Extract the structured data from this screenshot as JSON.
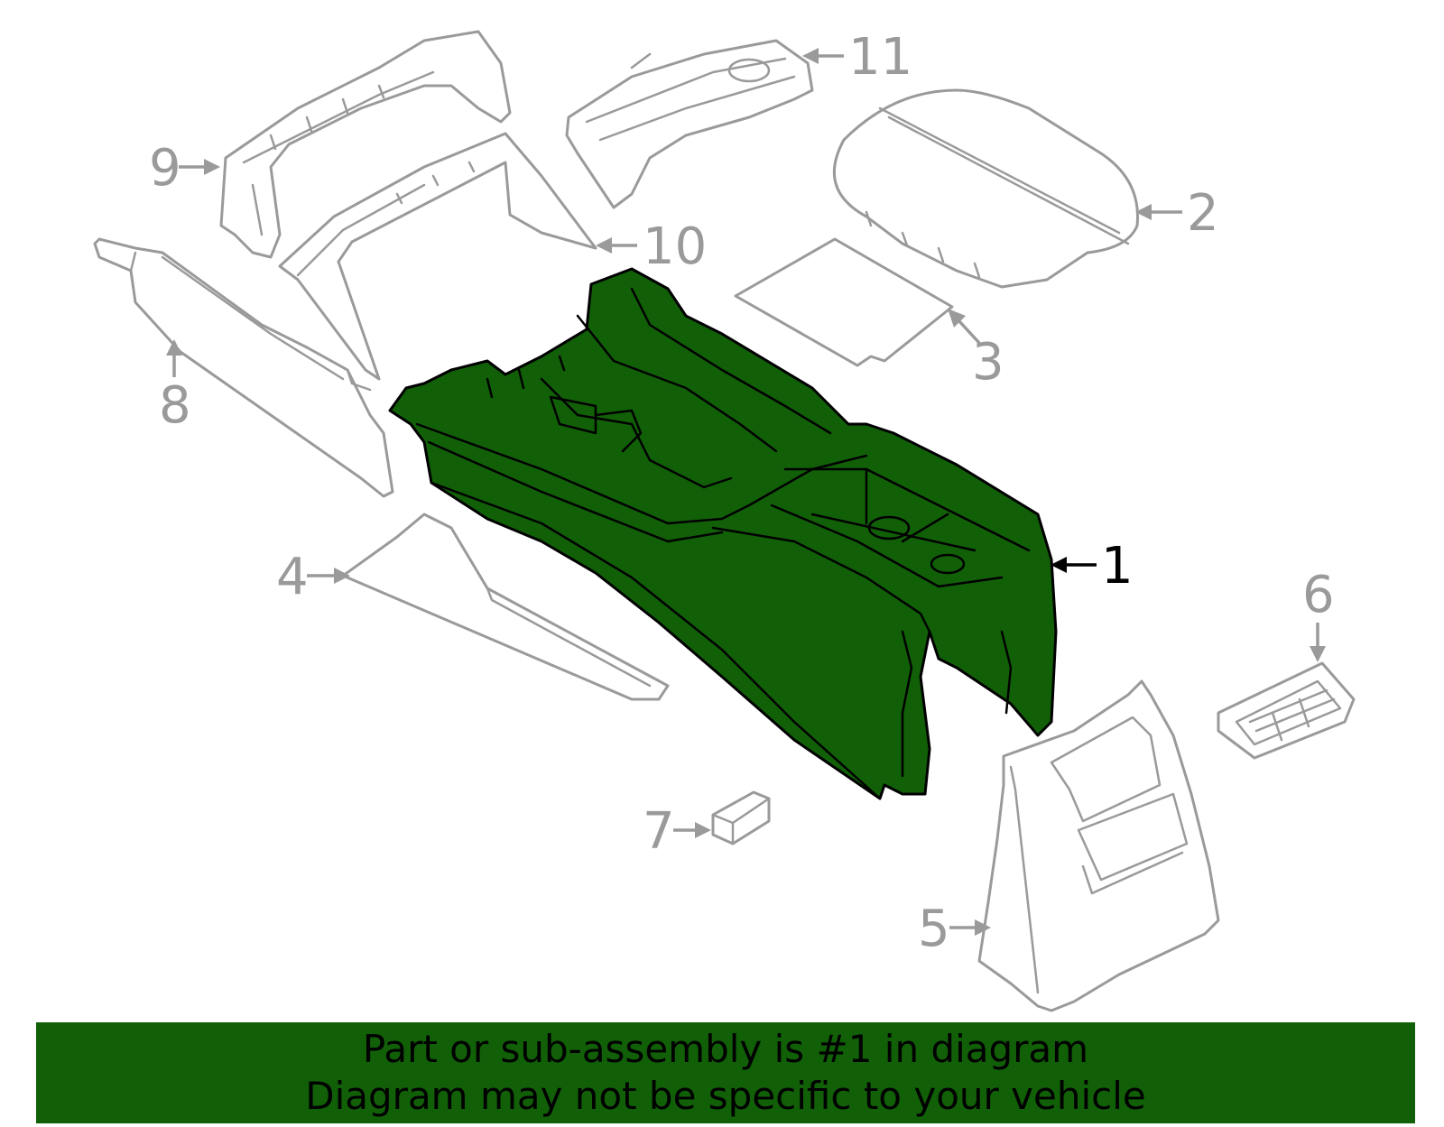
{
  "diagram": {
    "callouts": [
      {
        "number": "1"
      },
      {
        "number": "2"
      },
      {
        "number": "3"
      },
      {
        "number": "4"
      },
      {
        "number": "5"
      },
      {
        "number": "6"
      },
      {
        "number": "7"
      },
      {
        "number": "8"
      },
      {
        "number": "9"
      },
      {
        "number": "10"
      },
      {
        "number": "11"
      }
    ],
    "highlighted_part": "1",
    "colors": {
      "highlight_fill": "#116008",
      "outline_gray": "#9a9a9a",
      "banner_background": "#116008"
    }
  },
  "banner": {
    "line1": "Part or sub-assembly is #1 in diagram",
    "line2": "Diagram may not be specific to your vehicle"
  }
}
